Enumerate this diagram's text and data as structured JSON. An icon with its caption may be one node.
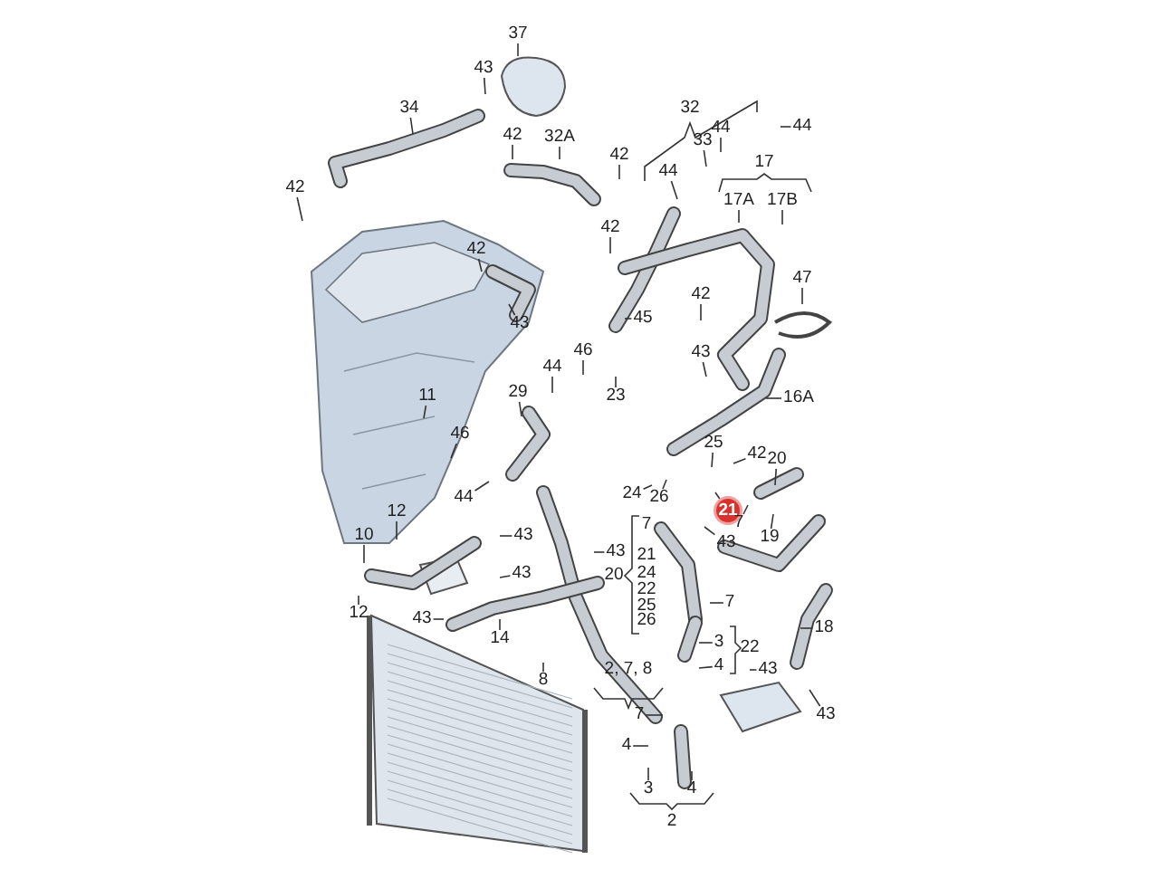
{
  "diagram": {
    "nodes": [
      {
        "text": [
          "37"
        ]
      },
      {
        "text": [
          "43"
        ]
      },
      {
        "text": [
          "34"
        ]
      },
      {
        "text": [
          "42"
        ]
      },
      {
        "text": [
          "32A"
        ]
      },
      {
        "text": [
          "42"
        ]
      },
      {
        "text": [
          "44"
        ]
      },
      {
        "text": [
          "44"
        ]
      },
      {
        "text": [
          "33"
        ]
      },
      {
        "text": [
          "44"
        ]
      },
      {
        "text": [
          "17A"
        ]
      },
      {
        "text": [
          "17B"
        ]
      },
      {
        "text": [
          "42"
        ]
      },
      {
        "text": [
          "42"
        ]
      },
      {
        "text": [
          "42"
        ]
      },
      {
        "text": [
          "47"
        ]
      },
      {
        "text": [
          "42"
        ]
      },
      {
        "text": [
          "45"
        ]
      },
      {
        "text": [
          "43"
        ]
      },
      {
        "text": [
          "46"
        ]
      },
      {
        "text": [
          "43"
        ]
      },
      {
        "text": [
          "44"
        ]
      },
      {
        "text": [
          "29"
        ]
      },
      {
        "text": [
          "23"
        ]
      },
      {
        "text": [
          "16A"
        ]
      },
      {
        "text": [
          "11"
        ]
      },
      {
        "text": [
          "46"
        ]
      },
      {
        "text": [
          "25"
        ]
      },
      {
        "text": [
          "42"
        ]
      },
      {
        "text": [
          "20"
        ]
      },
      {
        "text": [
          "24"
        ]
      },
      {
        "text": [
          "26"
        ]
      },
      {
        "text": [
          "44"
        ]
      },
      {
        "text": [
          "12"
        ]
      },
      {
        "text": [
          "21"
        ]
      },
      {
        "text": [
          "7"
        ]
      },
      {
        "text": [
          "10"
        ]
      },
      {
        "text": [
          "43"
        ]
      },
      {
        "text": [
          "43"
        ]
      },
      {
        "text": [
          "19"
        ]
      },
      {
        "text": [
          "43"
        ]
      },
      {
        "text": [
          "43"
        ]
      },
      {
        "text": [
          "7"
        ]
      },
      {
        "text": [
          "3"
        ]
      },
      {
        "text": [
          "4"
        ]
      },
      {
        "text": [
          "18"
        ]
      },
      {
        "text": [
          "43"
        ]
      },
      {
        "text": [
          "43"
        ]
      },
      {
        "text": [
          "12"
        ]
      },
      {
        "text": [
          "43"
        ]
      },
      {
        "text": [
          "14"
        ]
      },
      {
        "text": [
          "8"
        ]
      },
      {
        "text": [
          "7"
        ]
      },
      {
        "text": [
          "4"
        ]
      },
      {
        "text": [
          "3"
        ]
      },
      {
        "text": [
          "4"
        ]
      }
    ],
    "edges": [
      {
        "from": 0,
        "to": null,
        "arrow": "none"
      },
      {
        "from": 1,
        "to": null,
        "arrow": "none"
      },
      {
        "from": 2,
        "to": null,
        "arrow": "none"
      },
      {
        "from": 3,
        "to": null,
        "arrow": "none"
      },
      {
        "from": 4,
        "to": null,
        "arrow": "none"
      },
      {
        "from": 5,
        "to": null,
        "arrow": "none"
      },
      {
        "from": 6,
        "to": null,
        "arrow": "none"
      },
      {
        "from": 7,
        "to": null,
        "arrow": "none"
      },
      {
        "from": 8,
        "to": null,
        "arrow": "none"
      },
      {
        "from": 9,
        "to": null,
        "arrow": "none"
      },
      {
        "from": 10,
        "to": null,
        "arrow": "none"
      },
      {
        "from": 11,
        "to": null,
        "arrow": "none"
      },
      {
        "from": 12,
        "to": null,
        "arrow": "none"
      },
      {
        "from": 13,
        "to": null,
        "arrow": "none"
      },
      {
        "from": 14,
        "to": null,
        "arrow": "none"
      },
      {
        "from": 15,
        "to": null,
        "arrow": "none"
      },
      {
        "from": 16,
        "to": null,
        "arrow": "none"
      },
      {
        "from": 17,
        "to": null,
        "arrow": "none"
      },
      {
        "from": 18,
        "to": null,
        "arrow": "none"
      },
      {
        "from": 19,
        "to": null,
        "arrow": "none"
      },
      {
        "from": 20,
        "to": null,
        "arrow": "none"
      },
      {
        "from": 21,
        "to": null,
        "arrow": "none"
      },
      {
        "from": 22,
        "to": null,
        "arrow": "none"
      },
      {
        "from": 23,
        "to": null,
        "arrow": "none"
      },
      {
        "from": 24,
        "to": null,
        "arrow": "none"
      },
      {
        "from": 25,
        "to": null,
        "arrow": "none"
      },
      {
        "from": 26,
        "to": null,
        "arrow": "none"
      },
      {
        "from": 27,
        "to": null,
        "arrow": "none"
      },
      {
        "from": 28,
        "to": null,
        "arrow": "none"
      },
      {
        "from": 29,
        "to": null,
        "arrow": "none"
      },
      {
        "from": 30,
        "to": null,
        "arrow": "none"
      },
      {
        "from": 31,
        "to": null,
        "arrow": "none"
      },
      {
        "from": 32,
        "to": null,
        "arrow": "none"
      },
      {
        "from": 33,
        "to": null,
        "arrow": "none"
      },
      {
        "from": 34,
        "to": null,
        "arrow": "none"
      },
      {
        "from": 35,
        "to": null,
        "arrow": "none"
      },
      {
        "from": 36,
        "to": null,
        "arrow": "none"
      },
      {
        "from": 37,
        "to": null,
        "arrow": "none"
      },
      {
        "from": 38,
        "to": null,
        "arrow": "none"
      },
      {
        "from": 39,
        "to": null,
        "arrow": "none"
      },
      {
        "from": 40,
        "to": null,
        "arrow": "none"
      },
      {
        "from": 41,
        "to": null,
        "arrow": "none"
      },
      {
        "from": 42,
        "to": null,
        "arrow": "none"
      },
      {
        "from": 43,
        "to": null,
        "arrow": "none"
      },
      {
        "from": 44,
        "to": null,
        "arrow": "none"
      },
      {
        "from": 45,
        "to": null,
        "arrow": "none"
      },
      {
        "from": 46,
        "to": null,
        "arrow": "none"
      },
      {
        "from": 47,
        "to": null,
        "arrow": "none"
      },
      {
        "from": 48,
        "to": null,
        "arrow": "none"
      },
      {
        "from": 49,
        "to": null,
        "arrow": "none"
      },
      {
        "from": 50,
        "to": null,
        "arrow": "none"
      },
      {
        "from": 51,
        "to": null,
        "arrow": "none"
      },
      {
        "from": 52,
        "to": null,
        "arrow": "none"
      },
      {
        "from": 53,
        "to": null,
        "arrow": "none"
      },
      {
        "from": 54,
        "to": null,
        "arrow": "none"
      },
      {
        "from": 55,
        "to": null,
        "arrow": "none"
      }
    ],
    "labels": [
      "32",
      "17",
      "7",
      "21",
      "20",
      "24",
      "22",
      "25",
      "26",
      "22",
      "2, 7, 8",
      "2"
    ]
  }
}
